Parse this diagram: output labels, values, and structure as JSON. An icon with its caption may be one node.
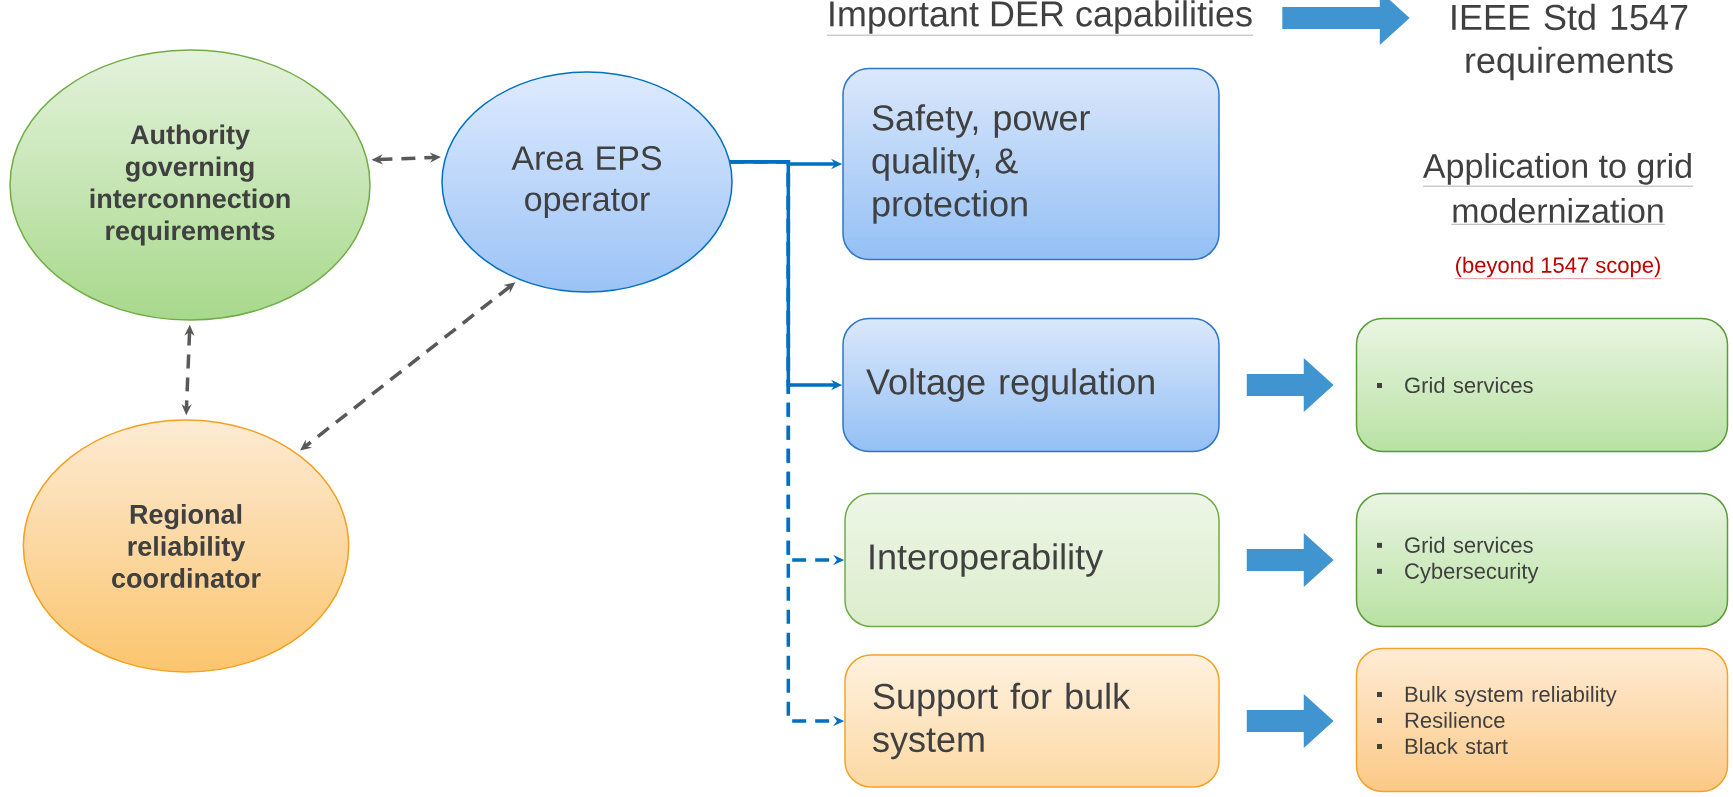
{
  "diagram": {
    "nodes": [
      {
        "text": [
          "Important DER capabilities"
        ]
      },
      {
        "text": [
          "IEEE Std 1547 requirements"
        ]
      },
      {
        "text": [
          "Authority governing interconnection requirements"
        ]
      },
      {
        "text": [
          "Area EPS operator"
        ]
      },
      {
        "text": [
          "Regional reliability coordinator"
        ]
      },
      {
        "text": [
          "Safety, power quality, & protection"
        ]
      },
      {
        "text": [
          "Voltage regulation"
        ]
      },
      {
        "text": [
          "Interoperability"
        ]
      },
      {
        "text": [
          "Support for bulk system"
        ]
      },
      {
        "text": [
          "Grid services"
        ]
      },
      {
        "text": [
          "Grid services",
          "Cybersecurity"
        ]
      },
      {
        "text": [
          "Bulk system reliability",
          "Resilience",
          "Black start"
        ]
      }
    ],
    "edges": [
      {
        "from": 0,
        "to": 1,
        "arrow": "to",
        "style": "thick"
      },
      {
        "from": 2,
        "to": 3,
        "arrow": "both",
        "style": "dashed",
        "color": "#595959"
      },
      {
        "from": 2,
        "to": 4,
        "arrow": "both",
        "style": "dashed",
        "color": "#595959"
      },
      {
        "from": 3,
        "to": 4,
        "arrow": "both",
        "style": "dashed",
        "color": "#595959"
      },
      {
        "from": 3,
        "to": 5,
        "arrow": "to"
      },
      {
        "from": 3,
        "to": 6,
        "arrow": "to"
      },
      {
        "from": 3,
        "to": 7,
        "arrow": "to",
        "style": "dashed"
      },
      {
        "from": 3,
        "to": 8,
        "arrow": "to",
        "style": "dashed"
      },
      {
        "from": 6,
        "to": 9,
        "arrow": "to",
        "style": "thick"
      },
      {
        "from": 7,
        "to": 10,
        "arrow": "to",
        "style": "thick"
      },
      {
        "from": 8,
        "to": 11,
        "arrow": "to",
        "style": "thick"
      }
    ],
    "labels": [
      "Application to grid modernization",
      "(beyond 1547 scope)"
    ]
  }
}
